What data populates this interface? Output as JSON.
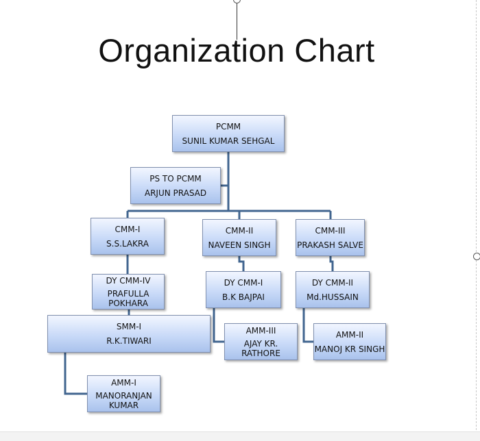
{
  "title": "Organization Chart",
  "nodes": {
    "pcmm": {
      "role": "PCMM",
      "name": "SUNIL KUMAR SEHGAL"
    },
    "ps_to_pcmm": {
      "role": "PS TO PCMM",
      "name": "ARJUN PRASAD"
    },
    "cmm_1": {
      "role": "CMM-I",
      "name": "S.S.LAKRA"
    },
    "cmm_2": {
      "role": "CMM-II",
      "name": "NAVEEN SINGH"
    },
    "cmm_3": {
      "role": "CMM-III",
      "name": "PRAKASH SALVE"
    },
    "dy_cmm_4": {
      "role": "DY CMM-IV",
      "name": "PRAFULLA POKHARA"
    },
    "dy_cmm_1": {
      "role": "DY CMM-I",
      "name": "B.K BAJPAI"
    },
    "dy_cmm_2": {
      "role": "DY CMM-II",
      "name": "Md.HUSSAIN"
    },
    "smm_1": {
      "role": "SMM-I",
      "name": "R.K.TIWARI"
    },
    "amm_3": {
      "role": "AMM-III",
      "name": "AJAY KR. RATHORE"
    },
    "amm_2": {
      "role": "AMM-II",
      "name": "MANOJ KR SINGH"
    },
    "amm_1": {
      "role": "AMM-I",
      "name": "MANORANJAN KUMAR"
    }
  },
  "colors": {
    "connector": "#41658f",
    "box_border": "#7f8fae"
  }
}
